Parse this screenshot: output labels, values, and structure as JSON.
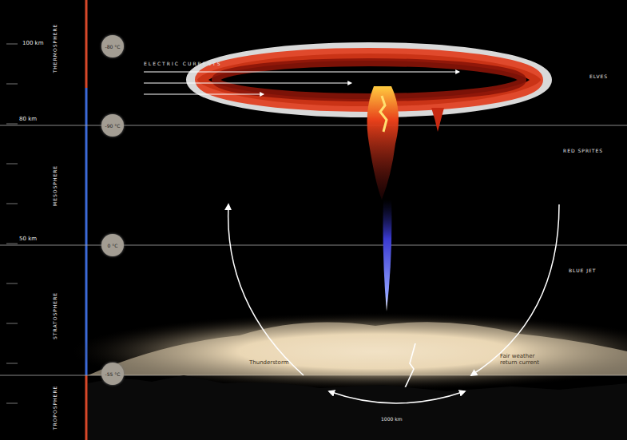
{
  "diagram": {
    "nodes": [
      {
        "text": [
          "-80 °C"
        ]
      },
      {
        "text": [
          "-90 °C"
        ]
      },
      {
        "text": [
          "0 °C"
        ]
      },
      {
        "text": [
          "-55 °C"
        ]
      }
    ],
    "labels": [
      "100 km",
      "80 km",
      "50 km",
      "THERMOSPHERE",
      "MESOSPHERE",
      "STRATOSPHERE",
      "TROPOSPHERE",
      "ELECTRIC CURRENTS",
      "ELVES",
      "RED SPRITES",
      "BLUE JET",
      "Thunderstorm",
      "Fair weather return current",
      "1000 km"
    ]
  }
}
